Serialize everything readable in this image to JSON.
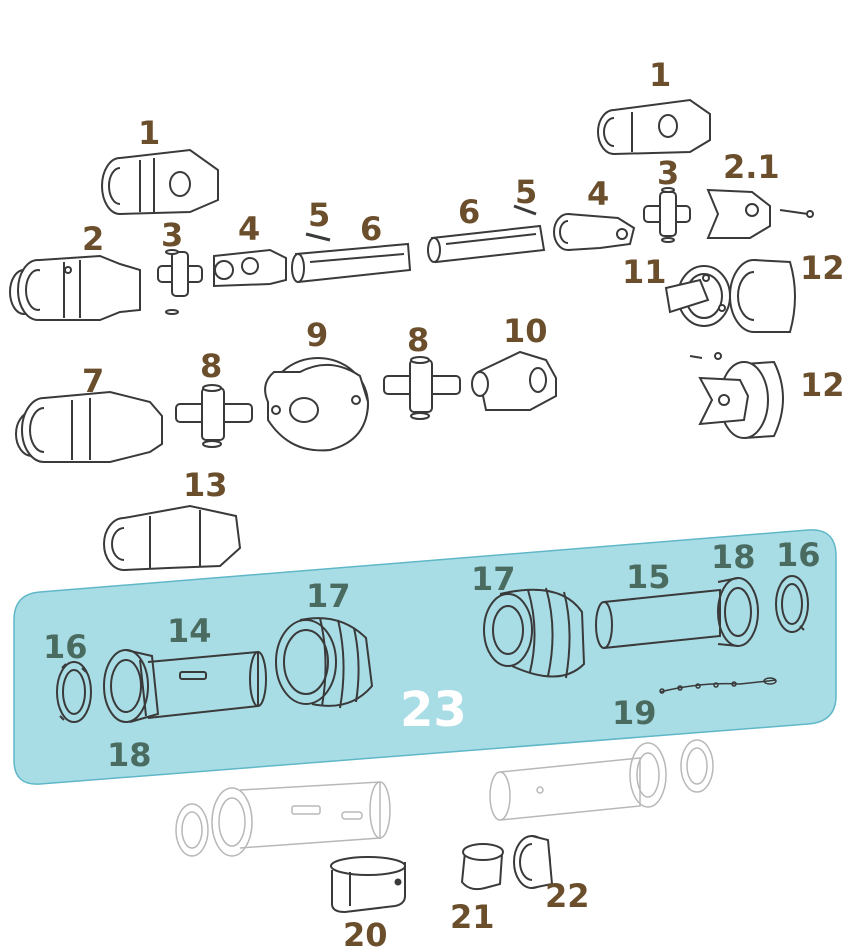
{
  "colors": {
    "label_dark": "#6b4f2c",
    "label_in_group": "#4a6b60",
    "group_fill": "#a9dde6",
    "group_stroke": "#5fb7c8",
    "group_label": "#ffffff",
    "line": "#3a3a3a",
    "faded_line": "#b8b8b8"
  },
  "labels": {
    "l1_left": "1",
    "l1_right": "1",
    "l2": "2",
    "l2_1": "2.1",
    "l3_left": "3",
    "l3_right": "3",
    "l4_left": "4",
    "l4_right": "4",
    "l5_left": "5",
    "l5_right": "5",
    "l6_left": "6",
    "l6_right": "6",
    "l7": "7",
    "l8_left": "8",
    "l8_mid": "8",
    "l9": "9",
    "l10": "10",
    "l11": "11",
    "l12_top": "12",
    "l12_bottom": "12",
    "l13": "13",
    "l14": "14",
    "l15": "15",
    "l16_left": "16",
    "l16_right": "16",
    "l17_left": "17",
    "l17_right": "17",
    "l18_left": "18",
    "l18_right": "18",
    "l19": "19",
    "l20": "20",
    "l21": "21",
    "l22": "22",
    "l23": "23"
  }
}
